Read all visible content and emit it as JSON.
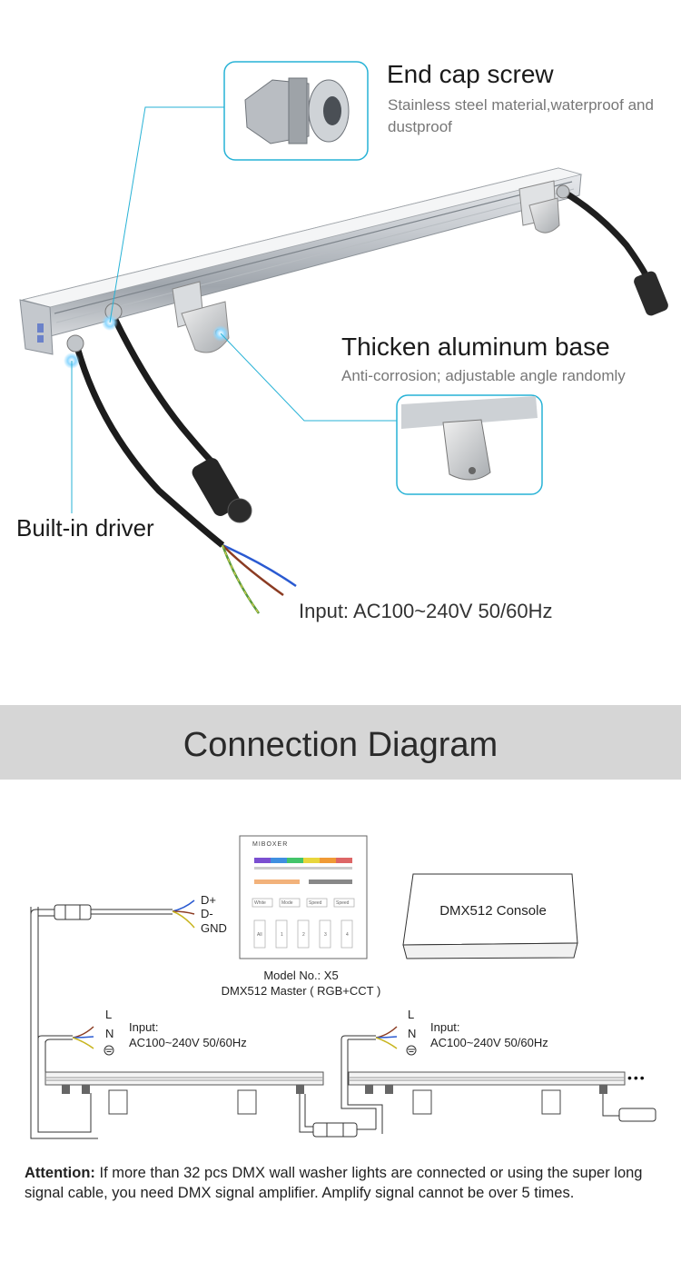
{
  "callouts": {
    "end_cap": {
      "title": "End cap screw",
      "subtitle": "Stainless steel material,waterproof and dustproof"
    },
    "base": {
      "title": "Thicken aluminum base",
      "subtitle": "Anti-corrosion; adjustable angle randomly"
    },
    "driver": {
      "title": "Built-in driver"
    },
    "input": {
      "label": "Input: AC100~240V  50/60Hz"
    }
  },
  "section": {
    "title": "Connection Diagram"
  },
  "diagram": {
    "signal_wires": [
      "D+",
      "D-",
      "GND"
    ],
    "controller": {
      "brand": "MIBOXER",
      "buttons": [
        "White",
        "Mode",
        "Speed",
        "Speed"
      ],
      "zones": [
        "All",
        "1",
        "2",
        "3",
        "4"
      ],
      "model": "Model No.: X5",
      "name": "DMX512 Master ( RGB+CCT )"
    },
    "console": {
      "label": "DMX512 Console"
    },
    "power_wires": [
      "L",
      "N"
    ],
    "power_input": {
      "line1": "Input:",
      "line2": "AC100~240V  50/60Hz"
    },
    "more": "•••"
  },
  "attention": {
    "label": "Attention:",
    "text": " If more than 32 pcs DMX wall washer lights are connected or using the super long signal cable, you need DMX signal amplifier. Amplify signal cannot be over 5 times."
  }
}
